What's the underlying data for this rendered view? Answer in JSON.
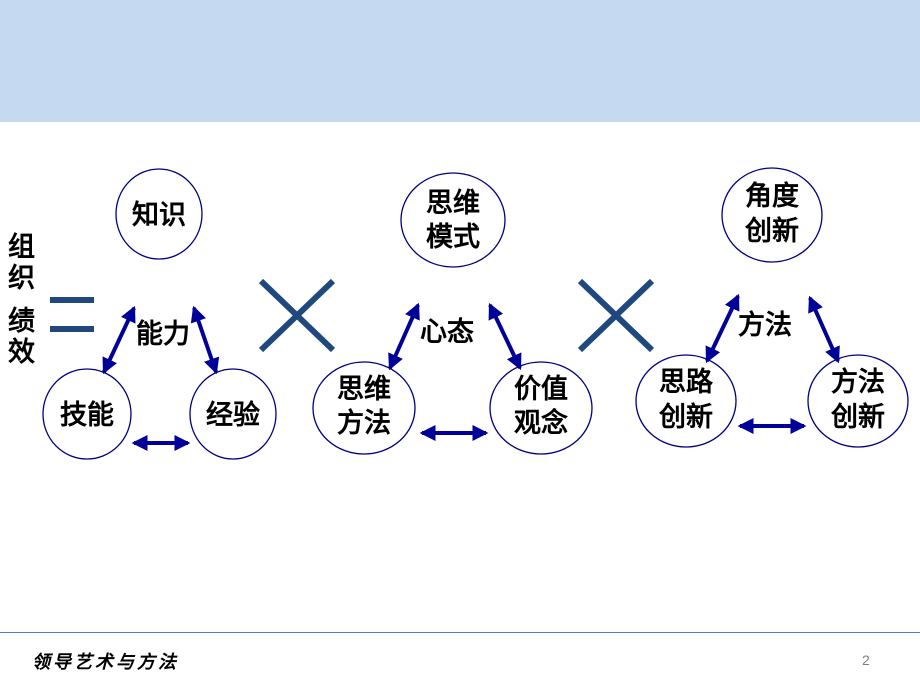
{
  "side_label": [
    "组",
    "织",
    "绩",
    "效"
  ],
  "groups": [
    {
      "center": "能力",
      "top": [
        "知识"
      ],
      "left": [
        "技能"
      ],
      "right": [
        "经验"
      ]
    },
    {
      "center": "心态",
      "top": [
        "思维",
        "模式"
      ],
      "left": [
        "思维",
        "方法"
      ],
      "right": [
        "价值",
        "观念"
      ]
    },
    {
      "center": "方法",
      "top": [
        "角度",
        "创新"
      ],
      "left": [
        "思路",
        "创新"
      ],
      "right": [
        "方法",
        "创新"
      ]
    }
  ],
  "footer": {
    "title": "领导艺术与方法",
    "page_number": "2"
  },
  "colors": {
    "header_band": "#c5d9f0",
    "arrow": "#000099",
    "operator": "#1f497d",
    "circle_stroke": "#000080"
  }
}
